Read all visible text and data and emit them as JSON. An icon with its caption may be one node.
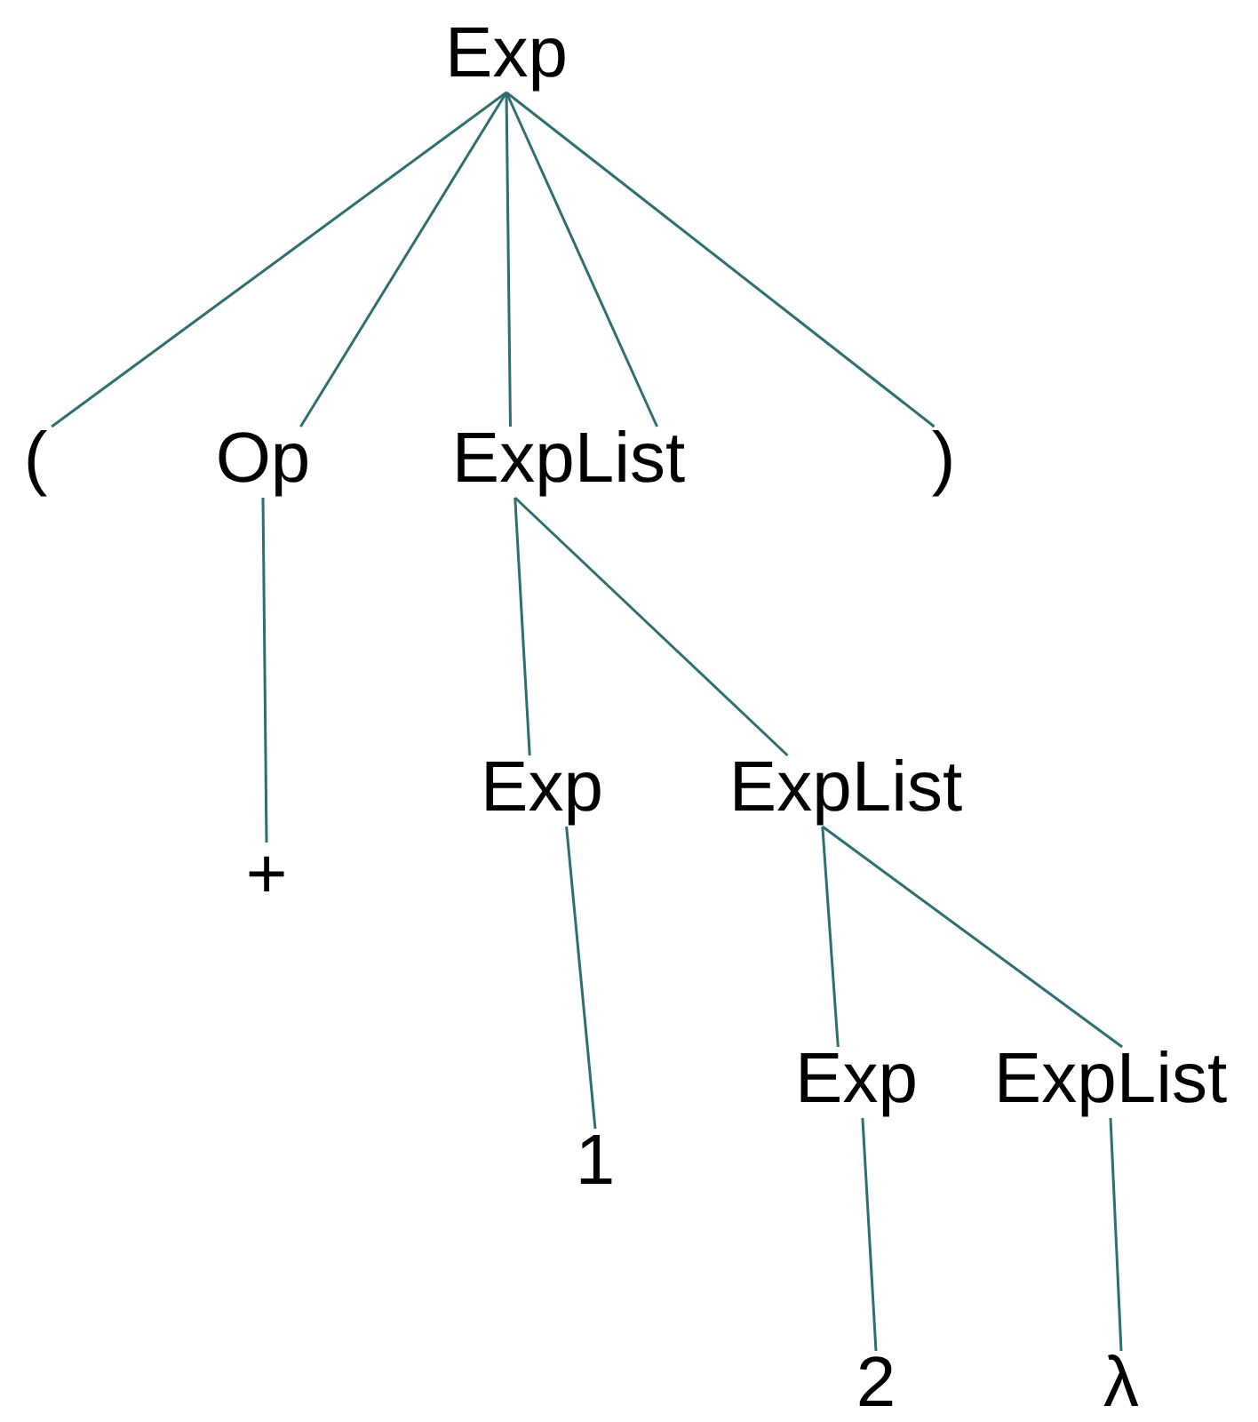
{
  "diagram": {
    "nodes": [
      {
        "text": [
          "Exp"
        ]
      },
      {
        "text": [
          "("
        ]
      },
      {
        "text": [
          "Op"
        ]
      },
      {
        "text": [
          "ExpList"
        ]
      },
      {
        "text": [
          ")"
        ]
      },
      {
        "text": [
          "+"
        ]
      },
      {
        "text": [
          "Exp"
        ]
      },
      {
        "text": [
          "ExpList"
        ]
      },
      {
        "text": [
          "1"
        ]
      },
      {
        "text": [
          "Exp"
        ]
      },
      {
        "text": [
          "ExpList"
        ]
      },
      {
        "text": [
          "2"
        ]
      },
      {
        "text": [
          "λ"
        ]
      }
    ],
    "edges": [
      {
        "from": 0,
        "to": 1,
        "arrow": "none"
      },
      {
        "from": 0,
        "to": 2,
        "arrow": "none"
      },
      {
        "from": 0,
        "to": 3,
        "arrow": "none"
      },
      {
        "from": 0,
        "to": 3,
        "arrow": "none"
      },
      {
        "from": 0,
        "to": 4,
        "arrow": "none"
      },
      {
        "from": 2,
        "to": 5,
        "arrow": "none"
      },
      {
        "from": 3,
        "to": 6,
        "arrow": "none"
      },
      {
        "from": 3,
        "to": 7,
        "arrow": "none"
      },
      {
        "from": 6,
        "to": 8,
        "arrow": "none"
      },
      {
        "from": 7,
        "to": 9,
        "arrow": "none"
      },
      {
        "from": 7,
        "to": 10,
        "arrow": "none"
      },
      {
        "from": 9,
        "to": 11,
        "arrow": "none"
      },
      {
        "from": 10,
        "to": 12,
        "arrow": "none"
      }
    ]
  }
}
